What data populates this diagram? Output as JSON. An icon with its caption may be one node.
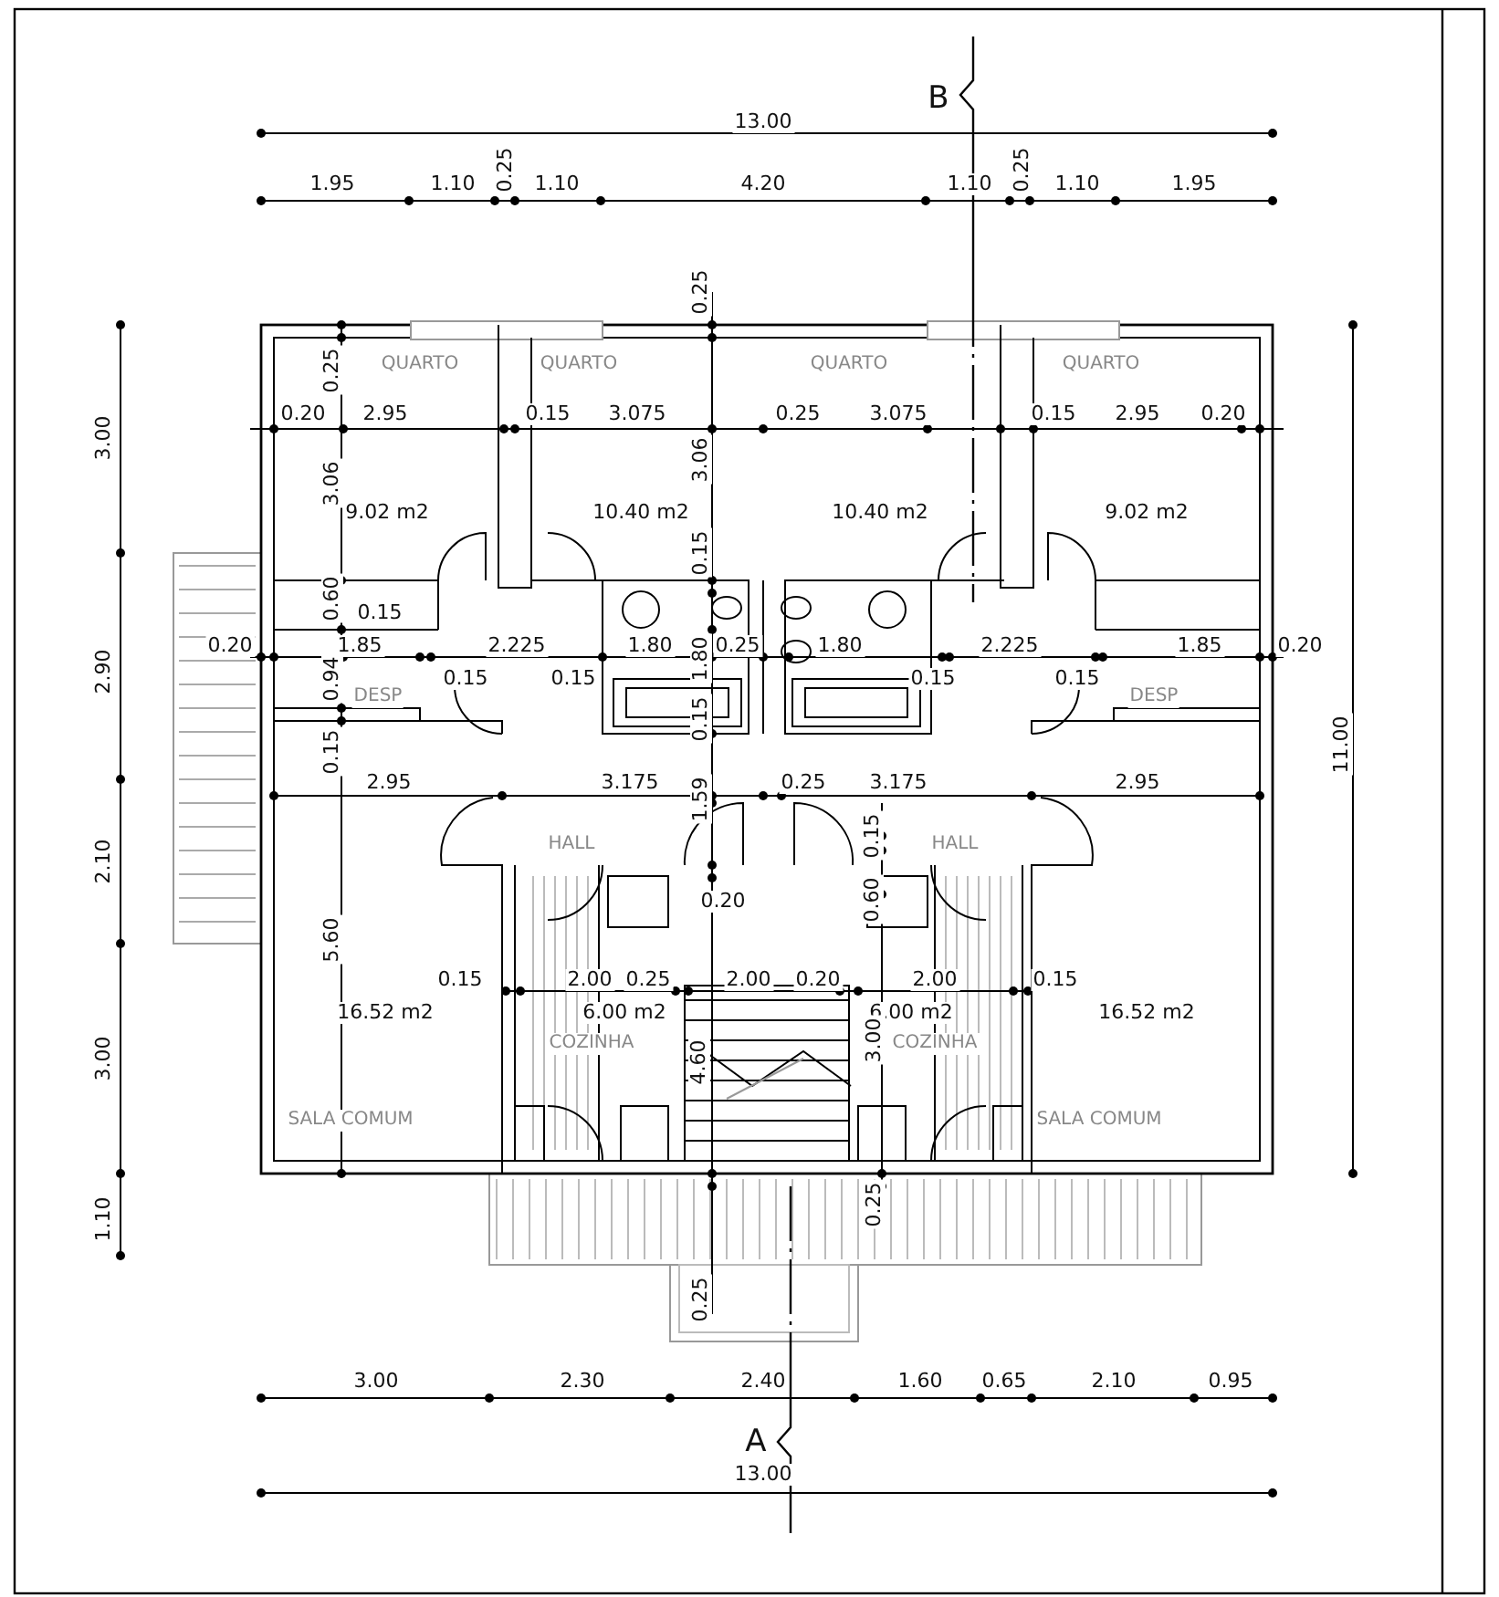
{
  "diagram": {
    "labels": [
      "B",
      "13.00",
      "1.95",
      "1.10",
      "0.25",
      "1.10",
      "4.20",
      "1.10",
      "0.25",
      "1.10",
      "1.95",
      "0.25",
      "QUARTO",
      "QUARTO",
      "QUARTO",
      "QUARTO",
      "0.25",
      "3.00",
      "0.20",
      "2.95",
      "0.15",
      "3.075",
      "0.25",
      "3.075",
      "0.15",
      "2.95",
      "0.20",
      "3.06",
      "3.06",
      "9.02 m2",
      "10.40 m2",
      "10.40 m2",
      "9.02 m2",
      "0.15",
      "0.60",
      "0.15",
      "0.20",
      "1.85",
      "2.225",
      "1.80",
      "1.80",
      "0.25",
      "1.80",
      "2.225",
      "1.85",
      "0.20",
      "2.90",
      "0.94",
      "0.15",
      "0.15",
      "0.15",
      "0.15",
      "0.15",
      "DESP",
      "DESP",
      "0.15",
      "11.00",
      "2.95",
      "3.175",
      "1.59",
      "0.25",
      "3.175",
      "2.95",
      "0.15",
      "HALL",
      "HALL",
      "2.10",
      "0.60",
      "0.20",
      "5.60",
      "0.15",
      "2.00",
      "0.25",
      "2.00",
      "0.20",
      "2.00",
      "0.15",
      "16.52 m2",
      "6.00 m2",
      "6.00 m2",
      "16.52 m2",
      "COZINHA",
      "3.00",
      "COZINHA",
      "3.00",
      "4.60",
      "SALA COMUM",
      "SALA COMUM",
      "1.10",
      "0.25",
      "0.25",
      "3.00",
      "2.30",
      "2.40",
      "1.60",
      "0.65",
      "2.10",
      "0.95",
      "A",
      "13.00"
    ]
  }
}
